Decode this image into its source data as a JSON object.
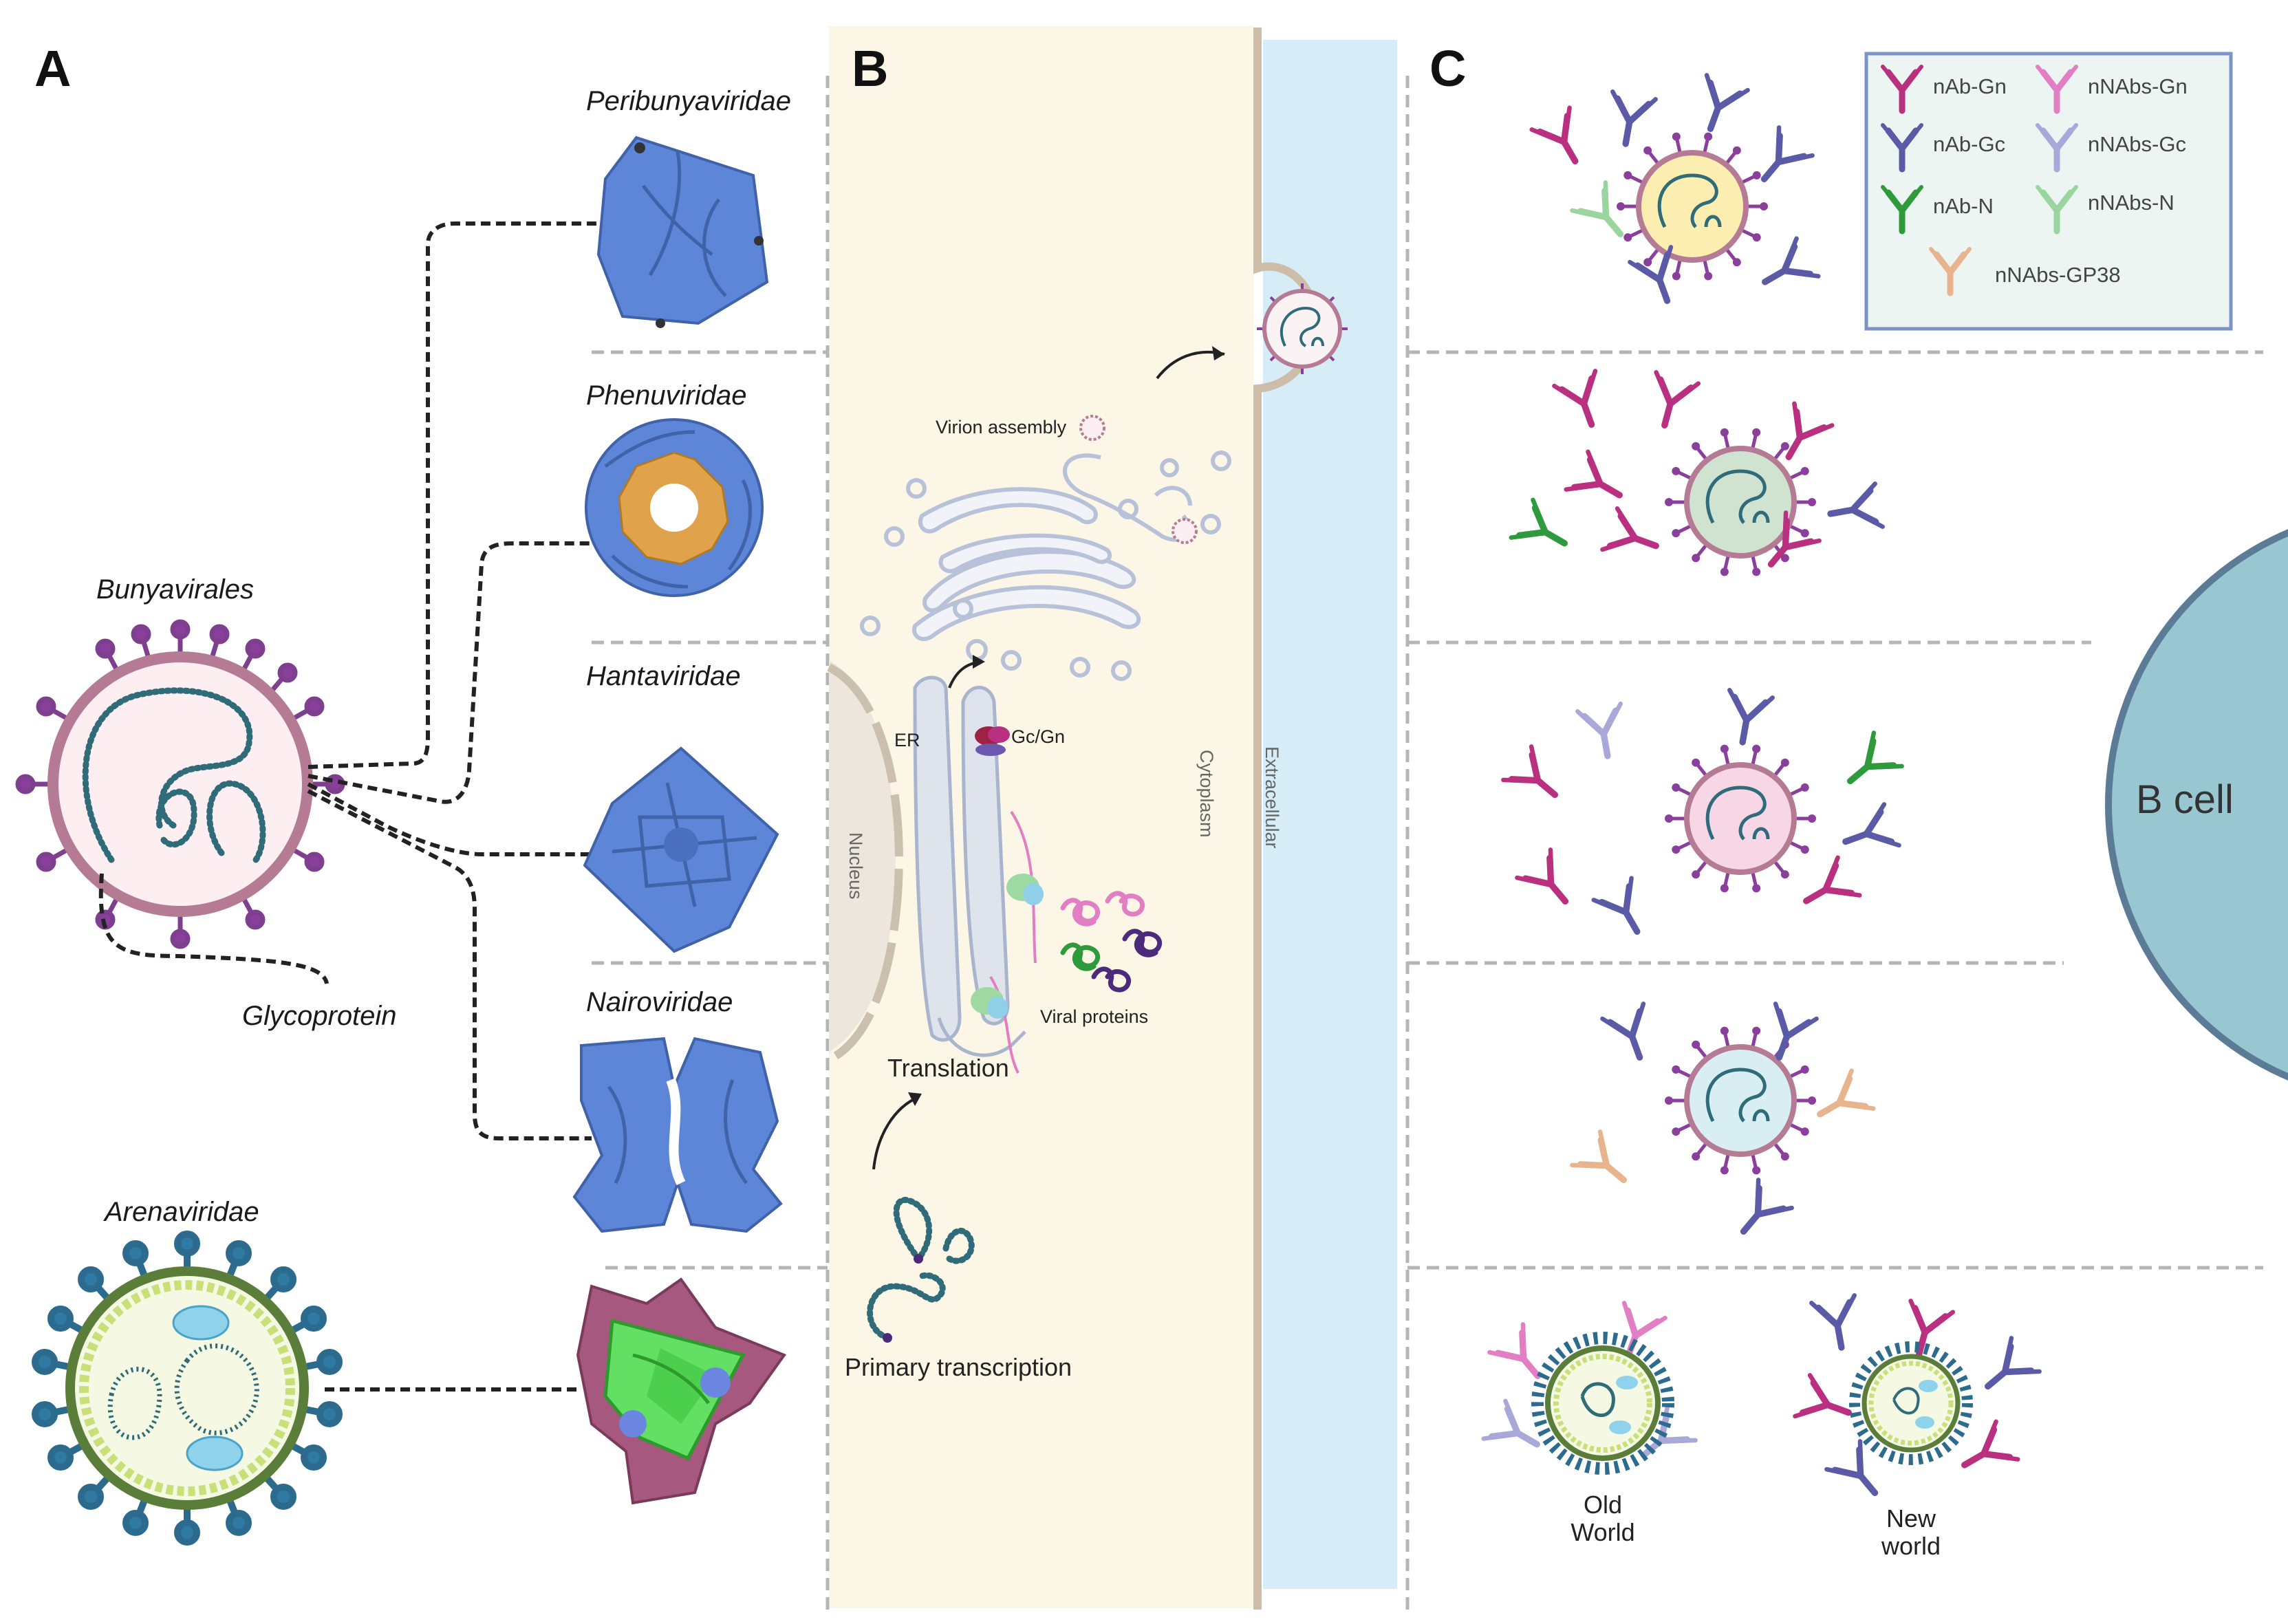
{
  "panels": {
    "a": "A",
    "b": "B",
    "c": "C"
  },
  "panel_a": {
    "bunyavirales": "Bunyavirales",
    "glycoprotein": "Glycoprotein",
    "arenaviridae": "Arenaviridae",
    "families": [
      "Peribunyaviridae",
      "Phenuviridae",
      "Hantaviridae",
      "Nairoviridae"
    ]
  },
  "panel_b": {
    "virion_assembly": "Virion assembly",
    "er": "ER",
    "gc_gn": "Gc/Gn",
    "nucleus": "Nucleus",
    "cytoplasm": "Cytoplasm",
    "extracellular": "Extracellular",
    "viral_proteins": "Viral proteins",
    "translation": "Translation",
    "primary_transcription": "Primary transcription"
  },
  "panel_c": {
    "legend": [
      {
        "label": "nAb-Gn",
        "color": "#b8307f"
      },
      {
        "label": "nNAbs-Gn",
        "color": "#e27fc4"
      },
      {
        "label": "nAb-Gc",
        "color": "#5a5aa6"
      },
      {
        "label": "nNAbs-Gc",
        "color": "#a9a8d8"
      },
      {
        "label": "nAb-N",
        "color": "#2f9a3c"
      },
      {
        "label": "nNAbs-N",
        "color": "#9bd59e"
      },
      {
        "label": "nNAbs-GP38",
        "color": "#e8b48e"
      }
    ],
    "b_cell": "B cell",
    "old_world": [
      "Old",
      "World"
    ],
    "new_world": [
      "New",
      "world"
    ]
  },
  "colors": {
    "membrane_bg": "#fcf6e6",
    "extracellular_bg": "#d6ecf6",
    "protein_blue": "#5d86d8",
    "protein_orange": "#e0a24a",
    "protein_green": "#63e063",
    "protein_mauve": "#a7587f",
    "virus_capsid": "#b06b8e",
    "virus_fill": "#fbe8ee",
    "genome": "#2f6b78",
    "b_cell": "#99c7d1",
    "legend_border": "#7c93c9",
    "legend_bg": "#edf5f3"
  }
}
